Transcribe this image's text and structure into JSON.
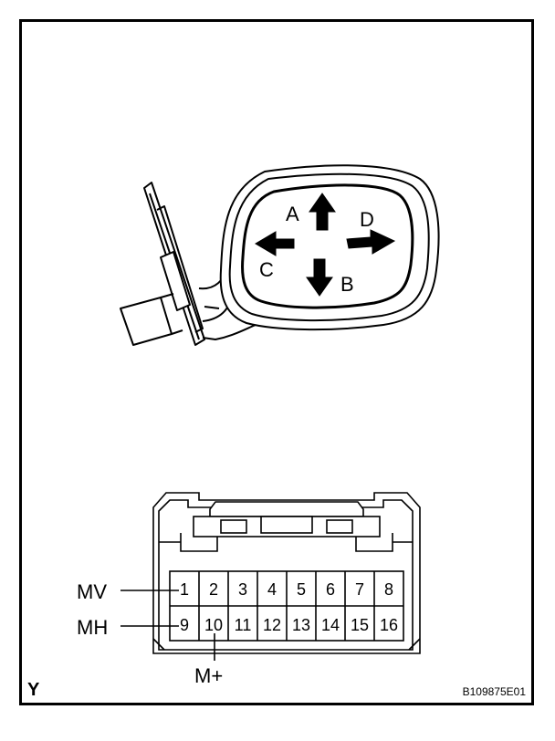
{
  "directions": {
    "up": "A",
    "down": "B",
    "left": "C",
    "right": "D"
  },
  "connector": {
    "row1_pins": [
      "1",
      "2",
      "3",
      "4",
      "5",
      "6",
      "7",
      "8"
    ],
    "row2_pins": [
      "9",
      "10",
      "11",
      "12",
      "13",
      "14",
      "15",
      "16"
    ],
    "wire_labels": {
      "mv": "MV",
      "mh": "MH",
      "mplus": "M+"
    }
  },
  "footer": {
    "corner_mark": "Y",
    "figure_code": "B109875E01"
  }
}
